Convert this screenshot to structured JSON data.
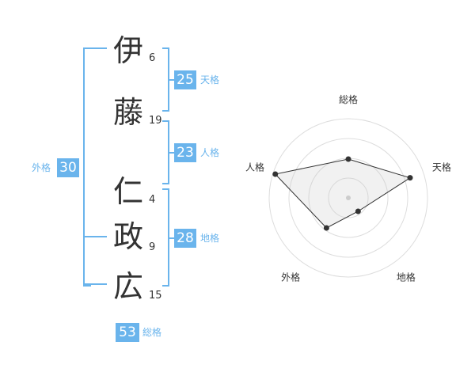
{
  "name_chars": [
    {
      "char": "伊",
      "strokes": "6"
    },
    {
      "char": "藤",
      "strokes": "19"
    },
    {
      "char": "仁",
      "strokes": "4"
    },
    {
      "char": "政",
      "strokes": "9"
    },
    {
      "char": "広",
      "strokes": "15"
    }
  ],
  "fortunes": {
    "tenkaku": {
      "value": "25",
      "label": "天格"
    },
    "jinkaku": {
      "value": "23",
      "label": "人格"
    },
    "chikaku": {
      "value": "28",
      "label": "地格"
    },
    "gaikaku": {
      "value": "30",
      "label": "外格"
    },
    "soukaku": {
      "value": "53",
      "label": "総格"
    }
  },
  "colors": {
    "accent": "#6ab4ec",
    "text": "#333333"
  },
  "chart_data": {
    "type": "radar",
    "axes": [
      "総格",
      "天格",
      "地格",
      "外格",
      "人格"
    ],
    "values": [
      0.49,
      0.82,
      0.21,
      0.47,
      0.97
    ],
    "max": 1
  }
}
